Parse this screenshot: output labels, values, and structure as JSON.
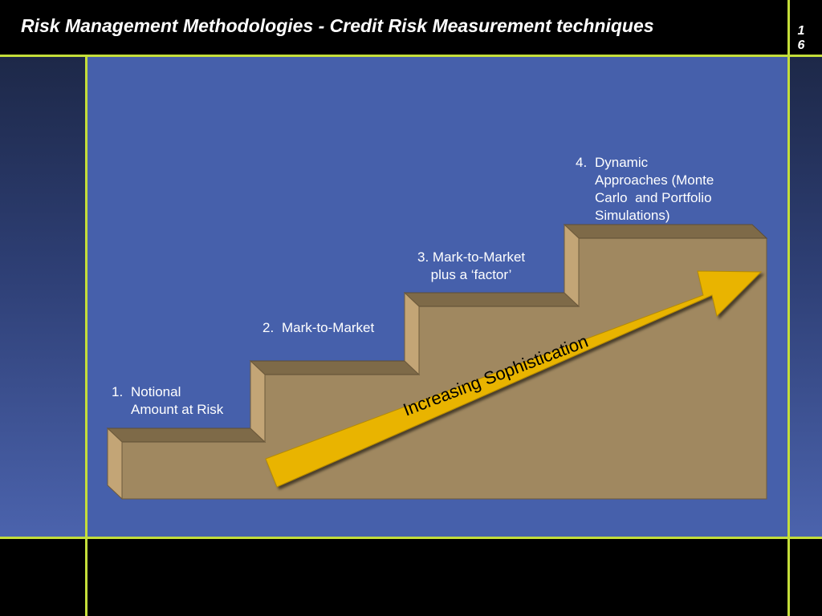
{
  "slide": {
    "title": "Risk Management Methodologies - Credit Risk Measurement techniques",
    "page_number": "16"
  },
  "steps": [
    {
      "number": "1.",
      "label_lines": [
        "Notional",
        "Amount at Risk"
      ]
    },
    {
      "number": "2.",
      "label_lines": [
        "Mark-to-Market"
      ]
    },
    {
      "number": "3.",
      "label_lines": [
        "Mark-to-Market",
        "plus a ‘factor’"
      ]
    },
    {
      "number": "4.",
      "label_lines": [
        "Dynamic",
        "Approaches (Monte",
        "Carlo  and Portfolio",
        "Simulations)"
      ]
    }
  ],
  "arrow": {
    "label": "Increasing Sophistication"
  },
  "colors": {
    "frame_line": "#c4de3a",
    "panel": "#4660ab",
    "stair_front": "#a08860",
    "stair_top": "#7e6a48",
    "stair_side": "#c3a576",
    "arrow_fill": "#e9b400"
  }
}
